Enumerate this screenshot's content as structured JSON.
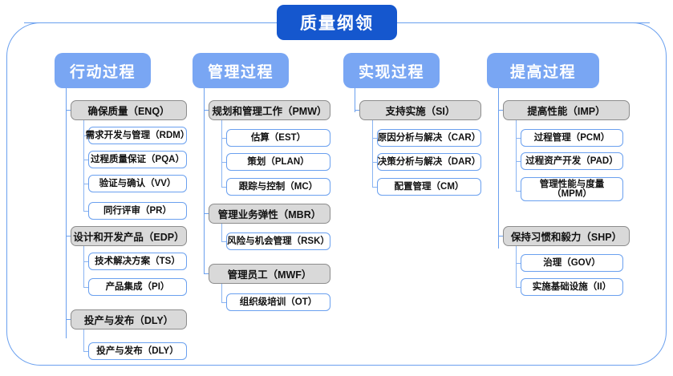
{
  "diagram": {
    "type": "organizational-tree",
    "root": {
      "label": "质量纲领"
    },
    "colors": {
      "root_fill": "#1557CE",
      "header_fill": "#79A6F3",
      "level2_fill": "#D9D9D9",
      "level2_border": "#8c8c8c",
      "level3_border": "#6aa0ef",
      "connector": "#6aa0ef",
      "frame_border": "#6aa0ef",
      "text": "#111111",
      "header_text": "#ffffff"
    },
    "columns": [
      {
        "header": "行动过程",
        "groups": [
          {
            "label": "确保质量（ENQ）",
            "children": [
              "需求开发与管理（RDM）",
              "过程质量保证（PQA）",
              "验证与确认（VV）",
              "同行评审（PR）"
            ]
          },
          {
            "label": "设计和开发产品（EDP）",
            "children": [
              "技术解决方案（TS）",
              "产品集成（PI）"
            ]
          },
          {
            "label": "投产与发布（DLY）",
            "children": [
              "投产与发布（DLY）"
            ]
          }
        ]
      },
      {
        "header": "管理过程",
        "groups": [
          {
            "label": "规划和管理工作（PMW）",
            "children": [
              "估算（EST）",
              "策划（PLAN）",
              "跟踪与控制（MC）"
            ]
          },
          {
            "label": "管理业务弹性（MBR）",
            "children": [
              "风险与机会管理（RSK）"
            ]
          },
          {
            "label": "管理员工（MWF）",
            "children": [
              "组织级培训（OT）"
            ]
          }
        ]
      },
      {
        "header": "实现过程",
        "groups": [
          {
            "label": "支持实施（SI）",
            "children": [
              "原因分析与解决（CAR）",
              "决策分析与解决（DAR）",
              "配置管理（CM）"
            ]
          }
        ]
      },
      {
        "header": "提高过程",
        "groups": [
          {
            "label": "提高性能（IMP）",
            "children": [
              "过程管理（PCM）",
              "过程资产开发（PAD）",
              "管理性能与度量\n（MPM）"
            ]
          },
          {
            "label": "保持习惯和毅力（SHP）",
            "children": [
              "治理（GOV）",
              "实施基础设施（II）"
            ]
          }
        ]
      }
    ]
  }
}
